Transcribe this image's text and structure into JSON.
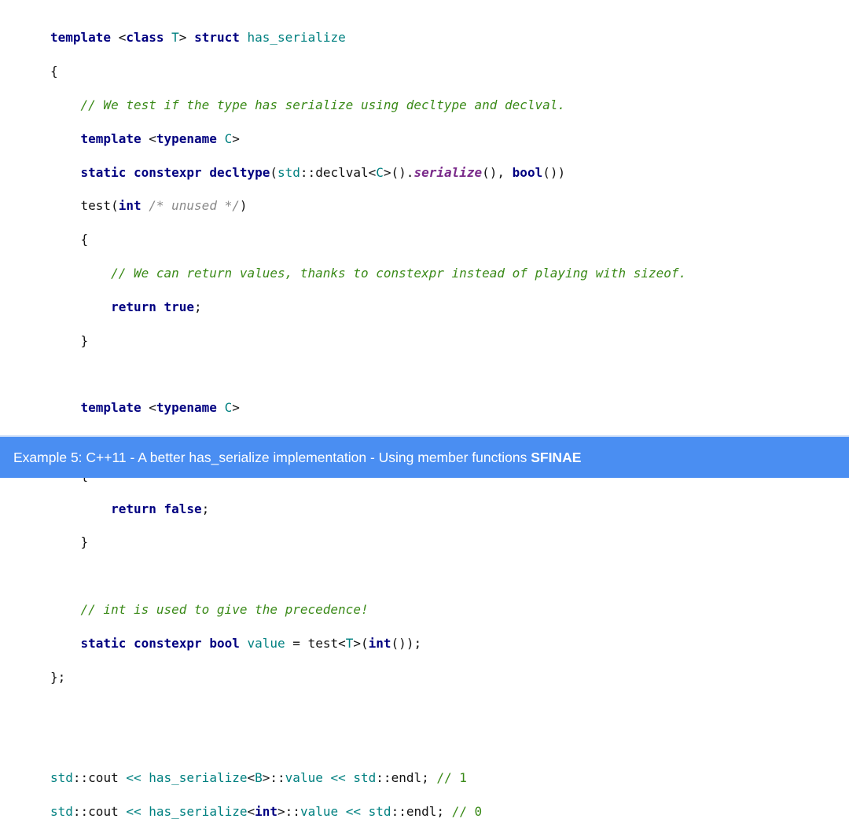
{
  "code": {
    "kw_template": "template",
    "kw_class": "class",
    "kw_struct": "struct",
    "kw_typename": "typename",
    "kw_static": "static",
    "kw_constexpr": "constexpr",
    "kw_decltype": "decltype",
    "kw_int": "int",
    "kw_bool": "bool",
    "kw_return": "return",
    "kw_true": "true",
    "kw_false": "false",
    "type_T": "T",
    "type_C": "C",
    "type_B": "B",
    "name_has_serialize": "has_serialize",
    "name_std": "std",
    "name_serialize": "serialize",
    "name_value": "value",
    "name_test": "test",
    "name_declval": "declval",
    "name_cout": "cout",
    "name_endl": "endl",
    "comment_1": "// We test if the type has serialize using decltype and declval.",
    "comment_unused": "/* unused */",
    "comment_2": "// We can return values, thanks to constexpr instead of playing with sizeof.",
    "comment_3": "// int is used to give the precedence!",
    "comment_out1": "// 1",
    "comment_out0": "// 0"
  },
  "footer": {
    "title": "Example 5: C++11 - A better has_serialize implementation - Using member functions",
    "title_bold": "SFINAE"
  },
  "colors": {
    "keyword": "#000080",
    "type": "#008080",
    "comment": "#3a8a18",
    "footer_bg": "#4a8ef2"
  }
}
